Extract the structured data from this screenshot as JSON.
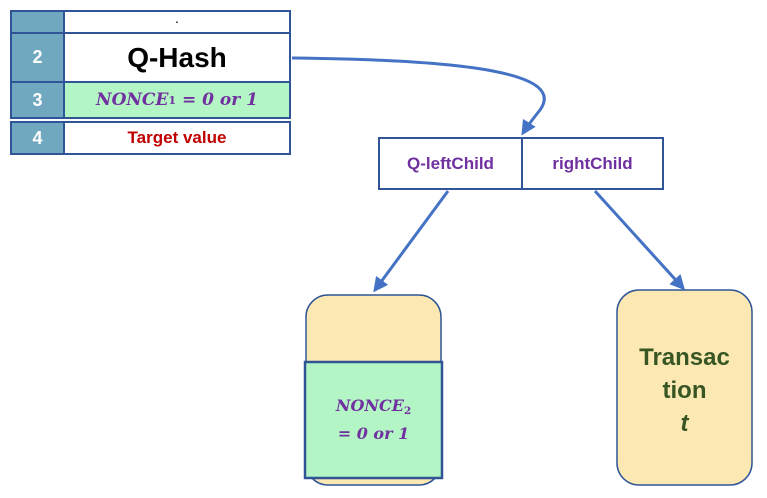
{
  "table": {
    "rows": [
      {
        "num": "",
        "content": "."
      },
      {
        "num": "2",
        "content": "Q-Hash"
      },
      {
        "num": "3",
        "content_main": "NONCE",
        "content_sub": "1",
        "content_rest": " = 0 or 1"
      },
      {
        "num": "4",
        "content": "Target value"
      }
    ]
  },
  "node": {
    "left_label": "Q-leftChild",
    "right_label": "rightChild"
  },
  "left_leaf": {
    "nonce_main": "NONCE",
    "nonce_sub": "2",
    "nonce_rest": "= 0 or 1"
  },
  "right_leaf": {
    "line1": "Transac",
    "line2": "tion",
    "line3": "t"
  },
  "colors": {
    "accent_blue": "#4472c4",
    "dark_blue": "#2f5597",
    "row_num_fill": "#6fa8bf",
    "green_fill": "#b3f5c5",
    "leaf_fill": "#fce8b2",
    "purple_text": "#7030a0",
    "red_text": "#c00000",
    "dark_green_text": "#375623"
  }
}
